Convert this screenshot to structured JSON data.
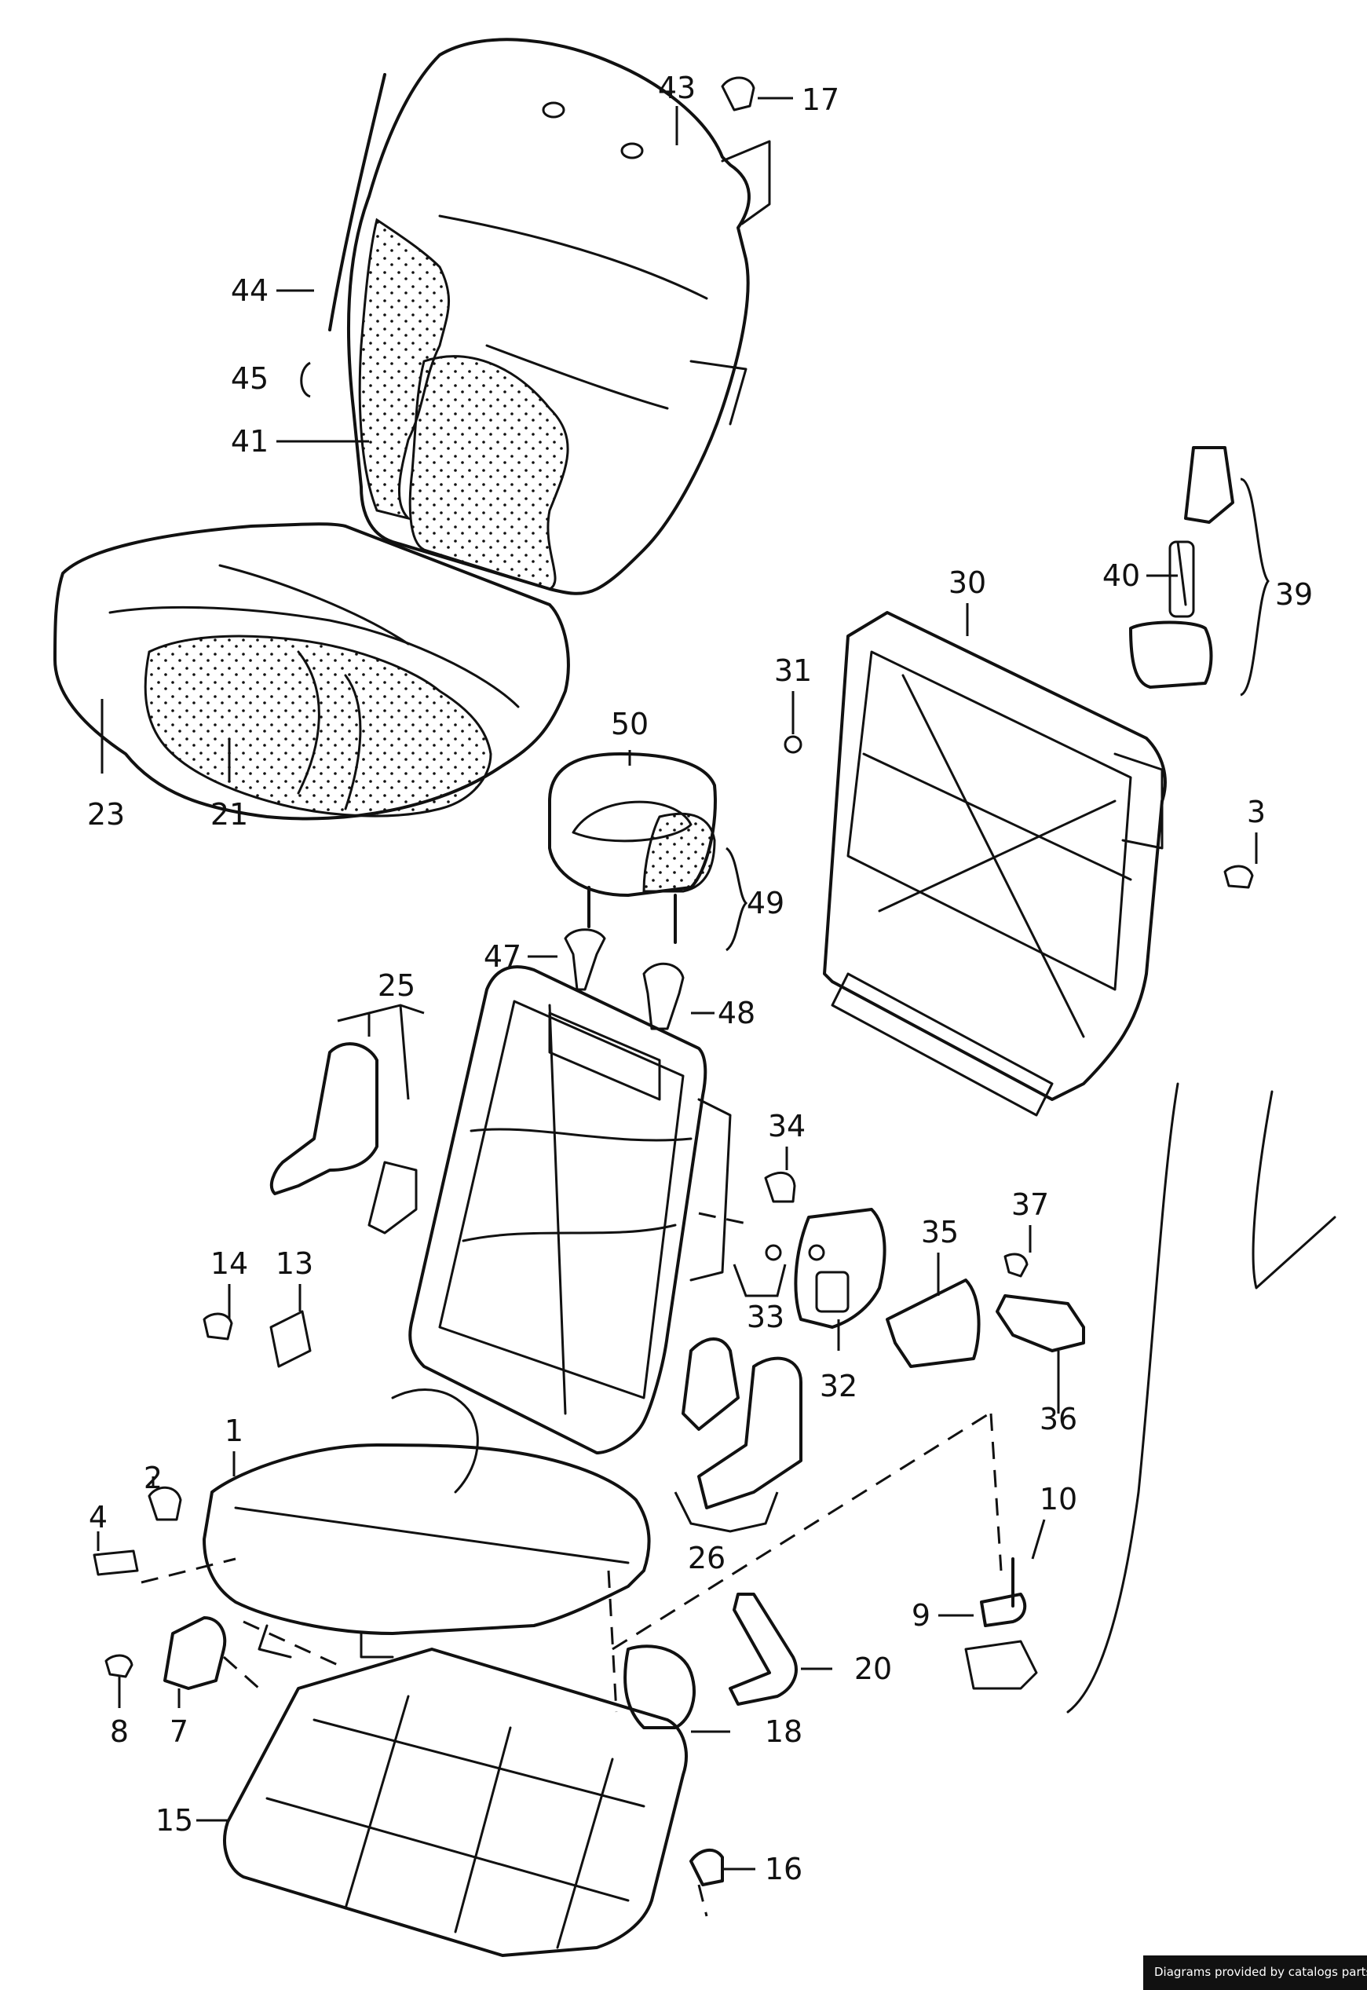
{
  "callouts": [
    {
      "id": "43",
      "label": "43"
    },
    {
      "id": "17",
      "label": "17"
    },
    {
      "id": "44",
      "label": "44"
    },
    {
      "id": "45",
      "label": "45"
    },
    {
      "id": "41",
      "label": "41"
    },
    {
      "id": "40",
      "label": "40"
    },
    {
      "id": "39",
      "label": "39"
    },
    {
      "id": "30",
      "label": "30"
    },
    {
      "id": "31",
      "label": "31"
    },
    {
      "id": "23",
      "label": "23"
    },
    {
      "id": "21",
      "label": "21"
    },
    {
      "id": "50",
      "label": "50"
    },
    {
      "id": "3",
      "label": "3"
    },
    {
      "id": "49",
      "label": "49"
    },
    {
      "id": "47",
      "label": "47"
    },
    {
      "id": "48",
      "label": "48"
    },
    {
      "id": "25",
      "label": "25"
    },
    {
      "id": "34",
      "label": "34"
    },
    {
      "id": "37",
      "label": "37"
    },
    {
      "id": "35",
      "label": "35"
    },
    {
      "id": "14",
      "label": "14"
    },
    {
      "id": "13",
      "label": "13"
    },
    {
      "id": "33",
      "label": "33"
    },
    {
      "id": "32",
      "label": "32"
    },
    {
      "id": "36",
      "label": "36"
    },
    {
      "id": "1",
      "label": "1"
    },
    {
      "id": "2",
      "label": "2"
    },
    {
      "id": "10",
      "label": "10"
    },
    {
      "id": "4",
      "label": "4"
    },
    {
      "id": "26",
      "label": "26"
    },
    {
      "id": "9",
      "label": "9"
    },
    {
      "id": "20",
      "label": "20"
    },
    {
      "id": "8",
      "label": "8"
    },
    {
      "id": "7",
      "label": "7"
    },
    {
      "id": "18",
      "label": "18"
    },
    {
      "id": "15",
      "label": "15"
    },
    {
      "id": "16",
      "label": "16"
    }
  ],
  "credit": "Diagrams provided by catalogs parts"
}
